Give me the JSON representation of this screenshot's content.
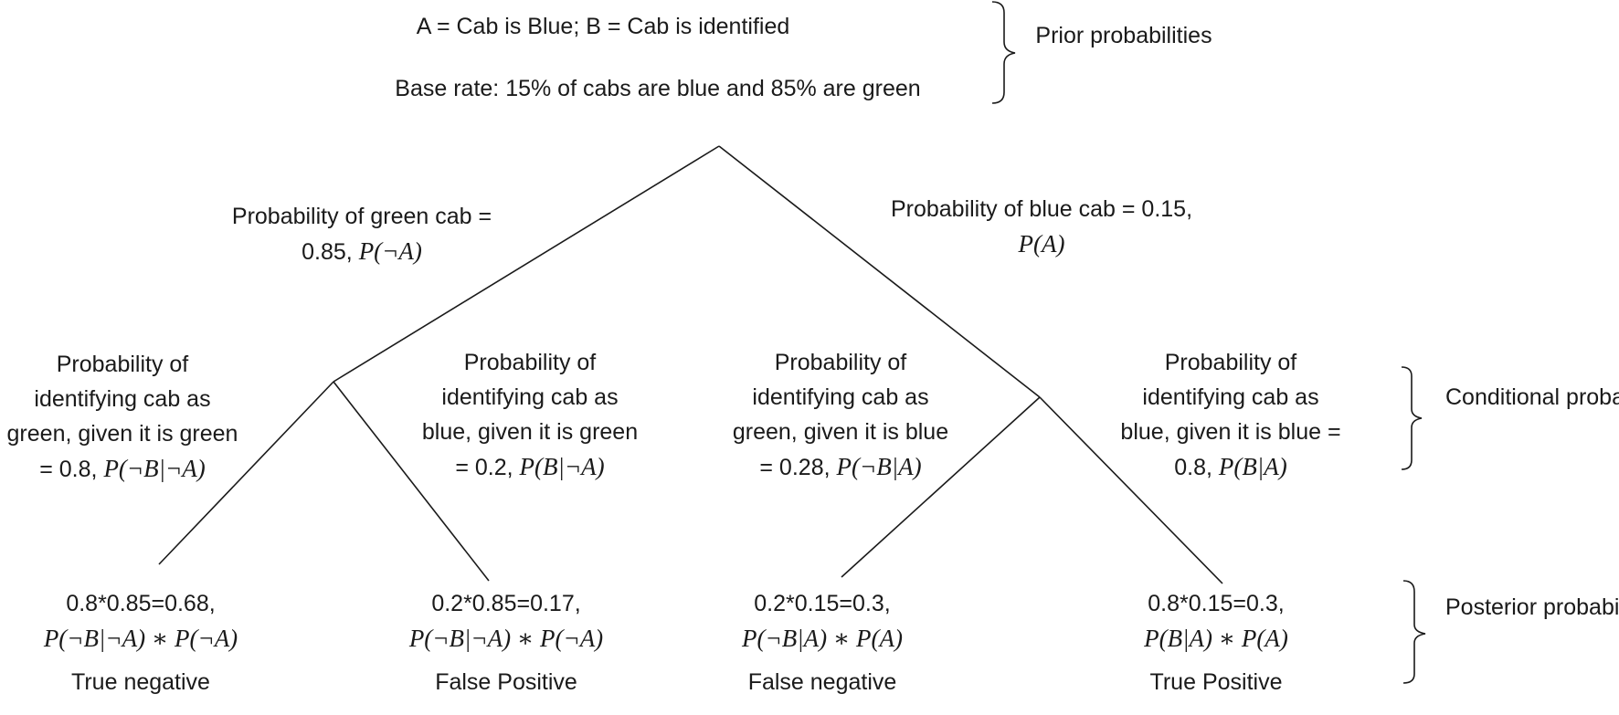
{
  "header": {
    "definitions": "A = Cab is Blue; B = Cab is identified",
    "base_rate": "Base rate: 15% of cabs are blue and 85% are green"
  },
  "braces": {
    "prior": [
      "Prior",
      "probabilities"
    ],
    "conditional": [
      "Conditional",
      "probabilities"
    ],
    "posterior": [
      "Posterior",
      "probabilities"
    ]
  },
  "branches": {
    "green": {
      "text": [
        "Probability of green cab =",
        "0.85, "
      ],
      "math": "P(¬A)"
    },
    "blue": {
      "text": [
        "Probability of blue cab = 0.15,"
      ],
      "math": "P(A)"
    }
  },
  "conditionals": [
    {
      "lines": [
        "Probability of",
        "identifying cab as",
        "green, given it is green",
        "= 0.8, "
      ],
      "math": "P(¬B|¬A)"
    },
    {
      "lines": [
        "Probability of",
        "identifying cab as",
        "blue, given it is green",
        "= 0.2, "
      ],
      "math": "P(B|¬A)"
    },
    {
      "lines": [
        "Probability of",
        "identifying cab as",
        "green, given it is blue",
        "= 0.28, "
      ],
      "math": "P(¬B|A)"
    },
    {
      "lines": [
        "Probability of",
        "identifying cab as",
        "blue, given it is blue =",
        "0.8, "
      ],
      "math": "P(B|A)"
    }
  ],
  "outcomes": [
    {
      "calc": "0.8*0.85=0.68,",
      "math": "P(¬B|¬A) ∗ P(¬A)",
      "result": "True negative"
    },
    {
      "calc": "0.2*0.85=0.17,",
      "math": "P(¬B|¬A) ∗ P(¬A)",
      "result": "False Positive"
    },
    {
      "calc": "0.2*0.15=0.3,",
      "math": "P(¬B|A) ∗ P(A)",
      "result": "False negative"
    },
    {
      "calc": "0.8*0.15=0.3,",
      "math": "P(B|A) ∗ P(A)",
      "result": "True Positive"
    }
  ]
}
